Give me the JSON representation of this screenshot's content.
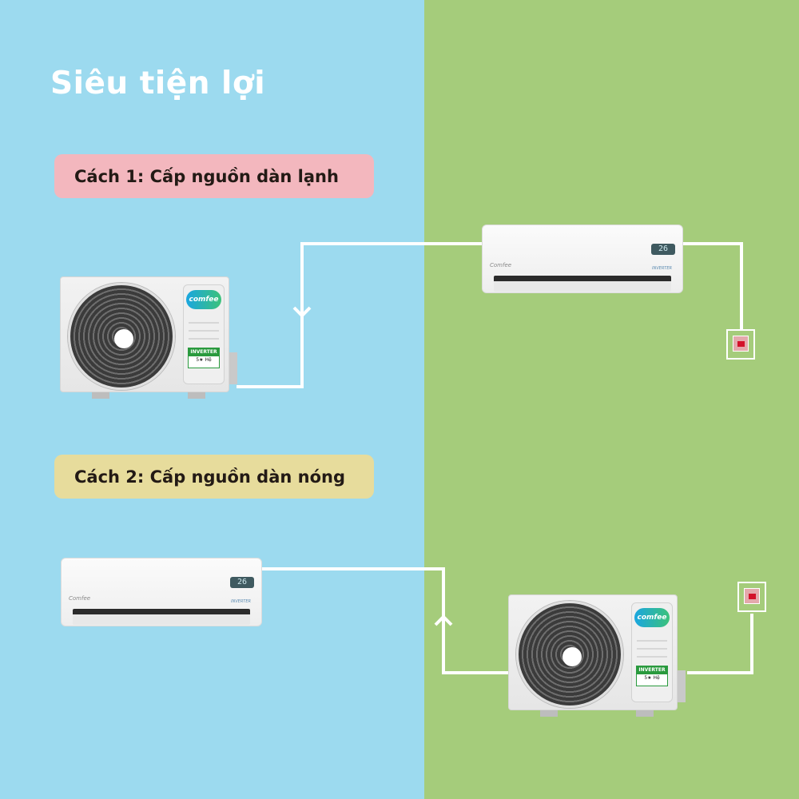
{
  "title": "Siêu tiện lợi",
  "colors": {
    "left_bg": "#9cdaef",
    "right_bg": "#a5cc7b",
    "badge_1_bg": "#f3b7be",
    "badge_2_bg": "#e7dc9c",
    "wire": "#ffffff",
    "socket_led": "#d3122a"
  },
  "method_1": {
    "label": "Cách 1: Cấp nguồn dàn lạnh",
    "outdoor_unit": {
      "brand": "comfee",
      "badge": "INVERTER",
      "rating": "5★ Hệ"
    },
    "indoor_unit": {
      "brand": "Comfee",
      "display": "26",
      "tag": "INVERTER"
    },
    "power_source": "socket",
    "flow_arrow": "down-arrow"
  },
  "method_2": {
    "label": "Cách 2: Cấp nguồn dàn nóng",
    "outdoor_unit": {
      "brand": "comfee",
      "badge": "INVERTER",
      "rating": "5★ Hệ"
    },
    "indoor_unit": {
      "brand": "Comfee",
      "display": "26",
      "tag": "INVERTER"
    },
    "power_source": "socket",
    "flow_arrow": "up-arrow"
  }
}
